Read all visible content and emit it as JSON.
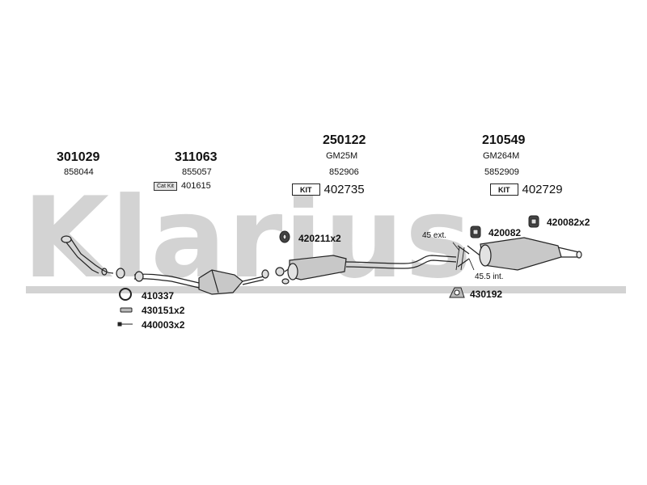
{
  "watermark": {
    "text": "Klarius"
  },
  "parts": {
    "p1": {
      "number": "301029",
      "ref": "858044"
    },
    "p2": {
      "number": "311063",
      "ref": "855057",
      "kit_label": "Cat Kit",
      "kit_number": "401615"
    },
    "p3": {
      "number": "250122",
      "code": "GM25M",
      "ref": "852906",
      "kit_label": "KIT",
      "kit_number": "402735"
    },
    "p4": {
      "number": "210549",
      "code": "GM264M",
      "ref": "5852909",
      "kit_label": "KIT",
      "kit_number": "402729"
    }
  },
  "fittings": [
    {
      "label": "410337",
      "icon": "ring-icon"
    },
    {
      "label": "430151x2",
      "icon": "clamp-icon"
    },
    {
      "label": "440003x2",
      "icon": "bolt-icon"
    },
    {
      "label": "420211x2",
      "icon": "rubber-hanger-icon"
    },
    {
      "label": "420082",
      "icon": "rubber-mount-icon"
    },
    {
      "label": "420082x2",
      "icon": "rubber-mount-icon"
    },
    {
      "label": "430192",
      "icon": "clamp-icon"
    }
  ],
  "notes": {
    "ext": "45 ext.",
    "int": "45.5 int."
  },
  "colors": {
    "watermark": "#d3d3d3",
    "line": "#222222",
    "part_fill": "#c8c8c8"
  }
}
